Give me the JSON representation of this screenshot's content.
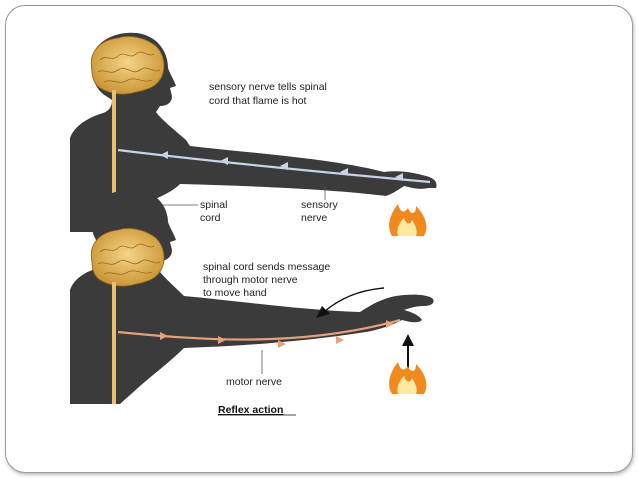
{
  "panel_top": {
    "caption_lines": [
      "sensory nerve tells spinal",
      "cord that flame is hot"
    ],
    "label_spinal_cord": [
      "spinal",
      "cord"
    ],
    "label_sensory_nerve": [
      "sensory",
      "nerve"
    ]
  },
  "panel_bottom": {
    "caption_lines": [
      "spinal cord sends message",
      "through motor nerve",
      "to move hand"
    ],
    "label_motor_nerve": "motor nerve"
  },
  "title": "Reflex action",
  "colors": {
    "silhouette": "#3b3b3b",
    "spine": "#e8c070",
    "brain": "#e2b45c",
    "sensory_nerve": "#c8d4e6",
    "motor_nerve": "#e8a07a",
    "flame_outer": "#f08a1e",
    "flame_inner": "#ffe8a0"
  }
}
